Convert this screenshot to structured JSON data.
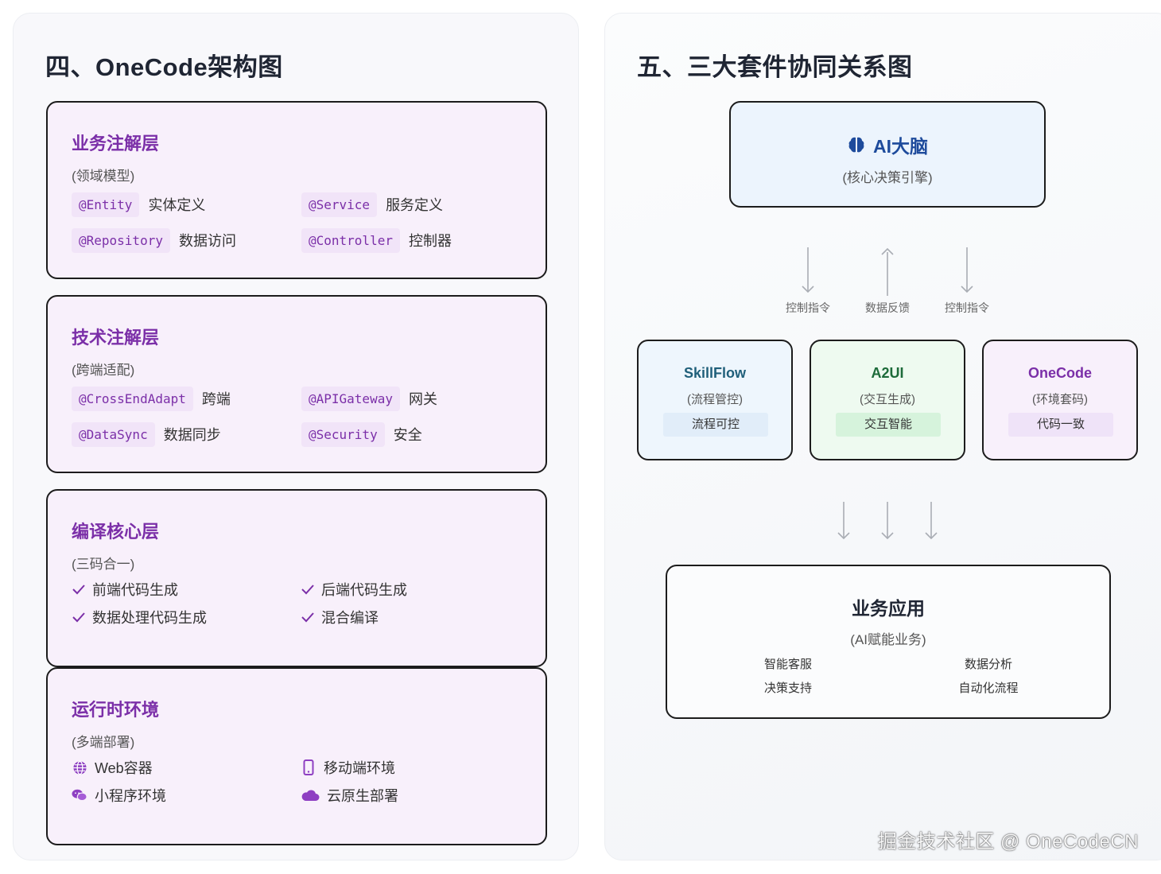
{
  "left": {
    "title": "四、OneCode架构图",
    "layers": [
      {
        "title": "业务注解层",
        "subtitle": "(领域模型)",
        "items": [
          {
            "annotation": "@Entity",
            "desc": "实体定义"
          },
          {
            "annotation": "@Service",
            "desc": "服务定义"
          },
          {
            "annotation": "@Repository",
            "desc": "数据访问"
          },
          {
            "annotation": "@Controller",
            "desc": "控制器"
          }
        ]
      },
      {
        "title": "技术注解层",
        "subtitle": "(跨端适配)",
        "items": [
          {
            "annotation": "@CrossEndAdapt",
            "desc": "跨端"
          },
          {
            "annotation": "@APIGateway",
            "desc": "网关"
          },
          {
            "annotation": "@DataSync",
            "desc": "数据同步"
          },
          {
            "annotation": "@Security",
            "desc": "安全"
          }
        ]
      },
      {
        "title": "编译核心层",
        "subtitle": "(三码合一)",
        "features": [
          "前端代码生成",
          "后端代码生成",
          "数据处理代码生成",
          "混合编译"
        ]
      },
      {
        "title": "运行时环境",
        "subtitle": "(多端部署)",
        "envs": [
          {
            "icon": "globe-icon",
            "label": "Web容器"
          },
          {
            "icon": "mobile-icon",
            "label": "移动端环境"
          },
          {
            "icon": "wechat-icon",
            "label": "小程序环境"
          },
          {
            "icon": "cloud-icon",
            "label": "云原生部署"
          }
        ]
      }
    ]
  },
  "right": {
    "title": "五、三大套件协同关系图",
    "ai": {
      "icon": "brain-icon",
      "title": "AI大脑",
      "subtitle": "(核心决策引擎)"
    },
    "arrow_labels": [
      "控制指令",
      "数据反馈",
      "控制指令"
    ],
    "suites": [
      {
        "title": "SkillFlow",
        "subtitle": "(流程管控)",
        "tag": "流程可控",
        "color": "#1f5f7a",
        "bg": "#eef6fd",
        "tag_bg": "#e1edf9"
      },
      {
        "title": "A2UI",
        "subtitle": "(交互生成)",
        "tag": "交互智能",
        "color": "#1d6b3a",
        "bg": "#eefaf0",
        "tag_bg": "#d6f3dc"
      },
      {
        "title": "OneCode",
        "subtitle": "(环境套码)",
        "tag": "代码一致",
        "color": "#7b2fa8",
        "bg": "#f8f0fb",
        "tag_bg": "#efe3f8"
      }
    ],
    "business": {
      "title": "业务应用",
      "subtitle": "(AI赋能业务)",
      "items": [
        "智能客服",
        "数据分析",
        "决策支持",
        "自动化流程"
      ]
    }
  },
  "watermark": "掘金技术社区 @ OneCodeCN",
  "colors": {
    "accent_purple": "#7b2fa8",
    "ai_blue": "#1e4b9c",
    "arrow_gray": "#a9adb4"
  }
}
